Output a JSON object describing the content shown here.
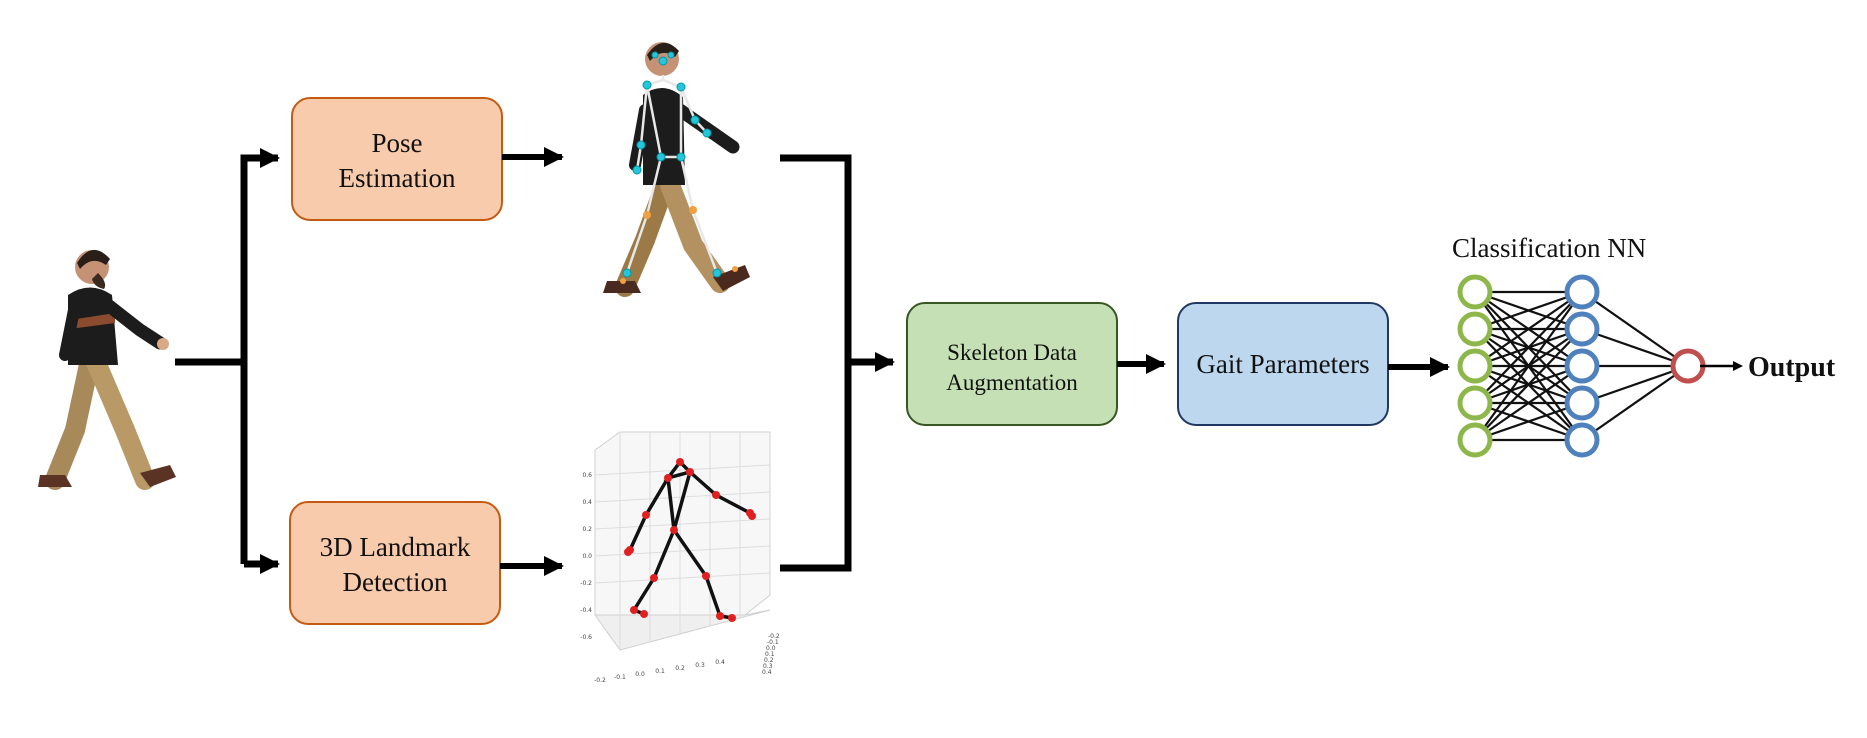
{
  "blocks": {
    "pose": {
      "line1": "Pose",
      "line2": "Estimation",
      "fill": "#f8cbad",
      "stroke": "#c55a11"
    },
    "landmark": {
      "line1": "3D Landmark",
      "line2": "Detection",
      "fill": "#f8cbad",
      "stroke": "#c55a11"
    },
    "augment": {
      "line1": "Skeleton Data",
      "line2": "Augmentation",
      "fill": "#c5e0b4",
      "stroke": "#385723"
    },
    "gait": {
      "label": "Gait Parameters",
      "fill": "#bdd7ee",
      "stroke": "#1f3864"
    }
  },
  "nn": {
    "title": "Classification NN",
    "output_label": "Output",
    "input_color": "#8db74a",
    "hidden_color": "#4f81bd",
    "output_color": "#c0504d"
  },
  "plot3d": {
    "z_ticks": [
      "0.6",
      "0.4",
      "0.2",
      "0.0",
      "-0.2",
      "-0.4",
      "-0.6"
    ],
    "x_ticks": [
      "-0.2",
      "-0.1",
      "0.0",
      "0.1",
      "0.2",
      "0.3",
      "0.4"
    ],
    "y_ticks": [
      "-0.2",
      "-0.1",
      "0.0",
      "0.1",
      "0.2",
      "0.3",
      "0.4"
    ],
    "joint_color": "#e02020"
  },
  "icons": {
    "walking_person": "walking-person-icon",
    "pose_overlay": "pose-skeleton-icon",
    "neural_network": "neural-network-icon"
  }
}
